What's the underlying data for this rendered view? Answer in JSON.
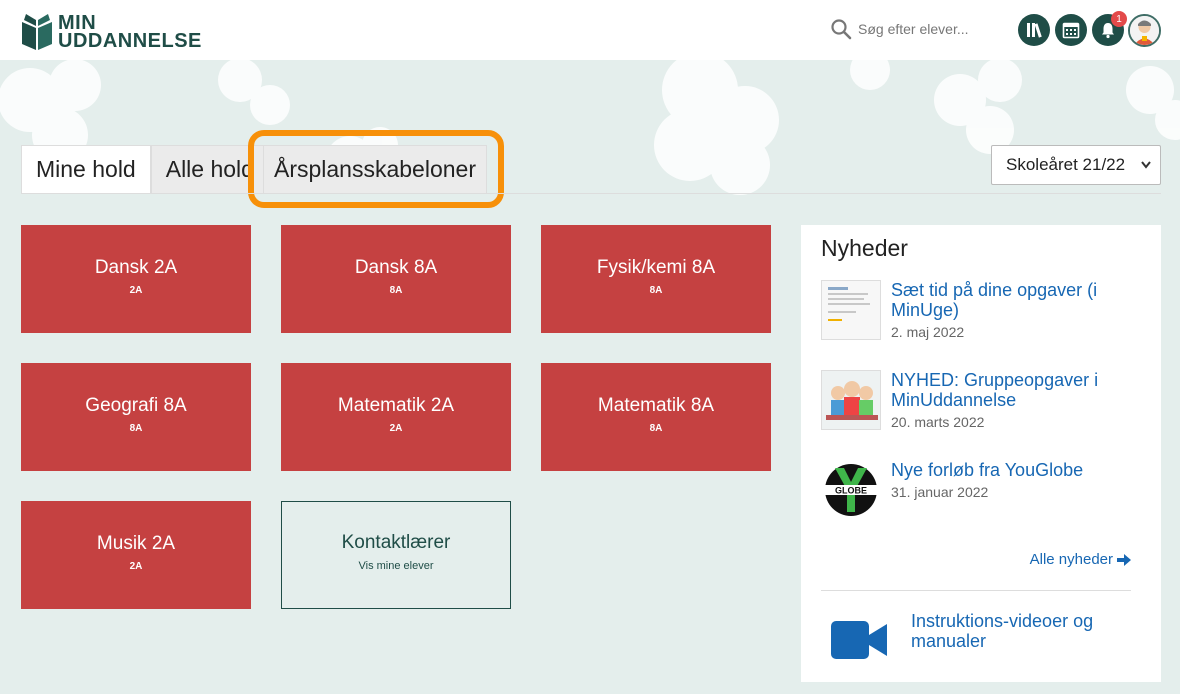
{
  "header": {
    "logo_line1": "MIN",
    "logo_line2": "UDDANNELSE",
    "search_placeholder": "Søg efter elever...",
    "notification_count": "1",
    "icons": [
      "books-icon",
      "calendar-icon",
      "bell-icon",
      "user-avatar"
    ]
  },
  "tabs": [
    {
      "label": "Mine hold",
      "active": true
    },
    {
      "label": "Alle hold",
      "active": false
    },
    {
      "label": "Årsplansskabeloner",
      "active": false,
      "highlighted": true
    }
  ],
  "year_select": {
    "value": "Skoleåret 21/22"
  },
  "courses": [
    {
      "title": "Dansk 2A",
      "sub": "2A"
    },
    {
      "title": "Dansk 8A",
      "sub": "8A"
    },
    {
      "title": "Fysik/kemi 8A",
      "sub": "8A"
    },
    {
      "title": "Geografi 8A",
      "sub": "8A"
    },
    {
      "title": "Matematik 2A",
      "sub": "2A"
    },
    {
      "title": "Matematik 8A",
      "sub": "8A"
    },
    {
      "title": "Musik 2A",
      "sub": "2A"
    }
  ],
  "contact_card": {
    "title": "Kontaktlærer",
    "sub": "Vis mine elever"
  },
  "news": {
    "title": "Nyheder",
    "items": [
      {
        "title": "Sæt tid på dine opgaver (i MinUge)",
        "date": "2. maj 2022"
      },
      {
        "title": "NYHED: Gruppeopgaver i MinUddannelse",
        "date": "20. marts 2022"
      },
      {
        "title": "Nye forløb fra YouGlobe",
        "date": "31. januar 2022"
      }
    ],
    "all_news": "Alle nyheder",
    "video_link": "Instruktions-videoer og manualer"
  },
  "colors": {
    "brand": "#1f4d47",
    "card_red": "#c54141",
    "link": "#1767b3",
    "highlight": "#f79009",
    "background": "#e4eeec"
  }
}
